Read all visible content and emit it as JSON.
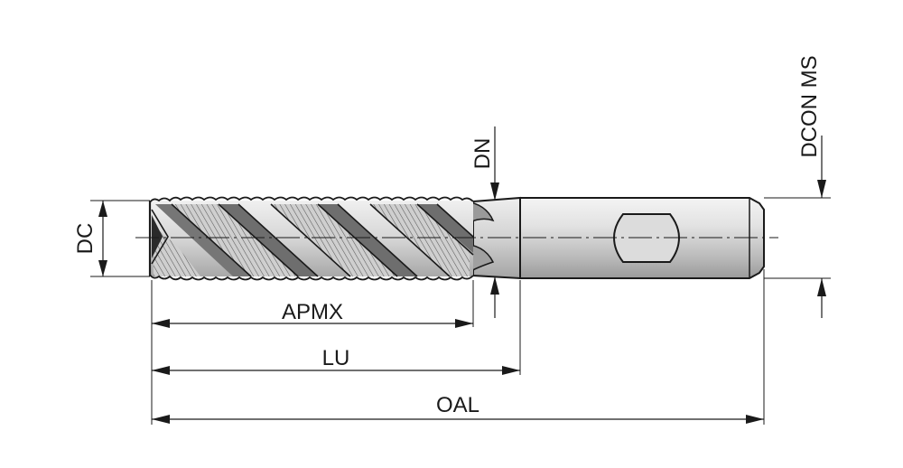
{
  "colors": {
    "outline": "#1a1a1a",
    "body_light": "#ececec",
    "body_mid": "#c4c4c4",
    "body_dark": "#8e8e8e",
    "flute": "#7a7a7a"
  },
  "labels": {
    "dc": "DC",
    "apmx": "APMX",
    "lu": "LU",
    "oal": "OAL",
    "dn": "DN",
    "dcon_ms": "DCON MS"
  }
}
